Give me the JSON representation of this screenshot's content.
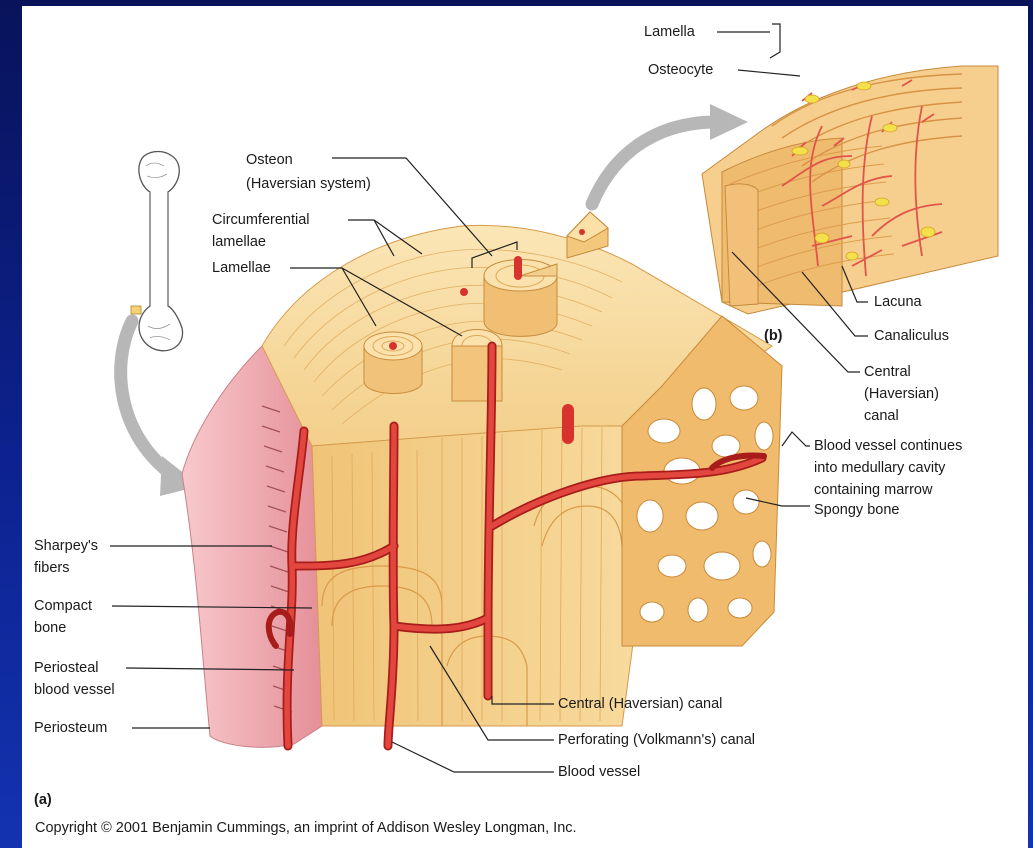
{
  "labels": {
    "lamella": "Lamella",
    "osteocyte": "Osteocyte",
    "osteon_line1": "Osteon",
    "osteon_line2": "(Haversian system)",
    "circum_line1": "Circumferential",
    "circum_line2": "lamellae",
    "lamellae": "Lamellae",
    "lacuna": "Lacuna",
    "canaliculus": "Canaliculus",
    "central_line1": "Central",
    "central_line2": "(Haversian)",
    "central_line3": "canal",
    "panel_b": "(b)",
    "blood_line1": "Blood vessel continues",
    "blood_line2": "into medullary cavity",
    "blood_line3": "containing marrow",
    "spongy": "Spongy bone",
    "sharpey_line1": "Sharpey's",
    "sharpey_line2": "fibers",
    "compact_line1": "Compact",
    "compact_line2": "bone",
    "periosteal_line1": "Periosteal",
    "periosteal_line2": "blood vessel",
    "periosteum": "Periosteum",
    "central_canal": "Central (Haversian) canal",
    "perforating": "Perforating (Volkmann's) canal",
    "blood_vessel": "Blood vessel",
    "panel_a": "(a)"
  },
  "copyright": "Copyright © 2001 Benjamin Cummings, an imprint of Addison Wesley Longman, Inc.",
  "colors": {
    "bone": "#f6d596",
    "bone_dark": "#e0aa58",
    "vessel": "#d8322e",
    "periosteum": "#f1b3b8",
    "background": "#0d2290"
  }
}
